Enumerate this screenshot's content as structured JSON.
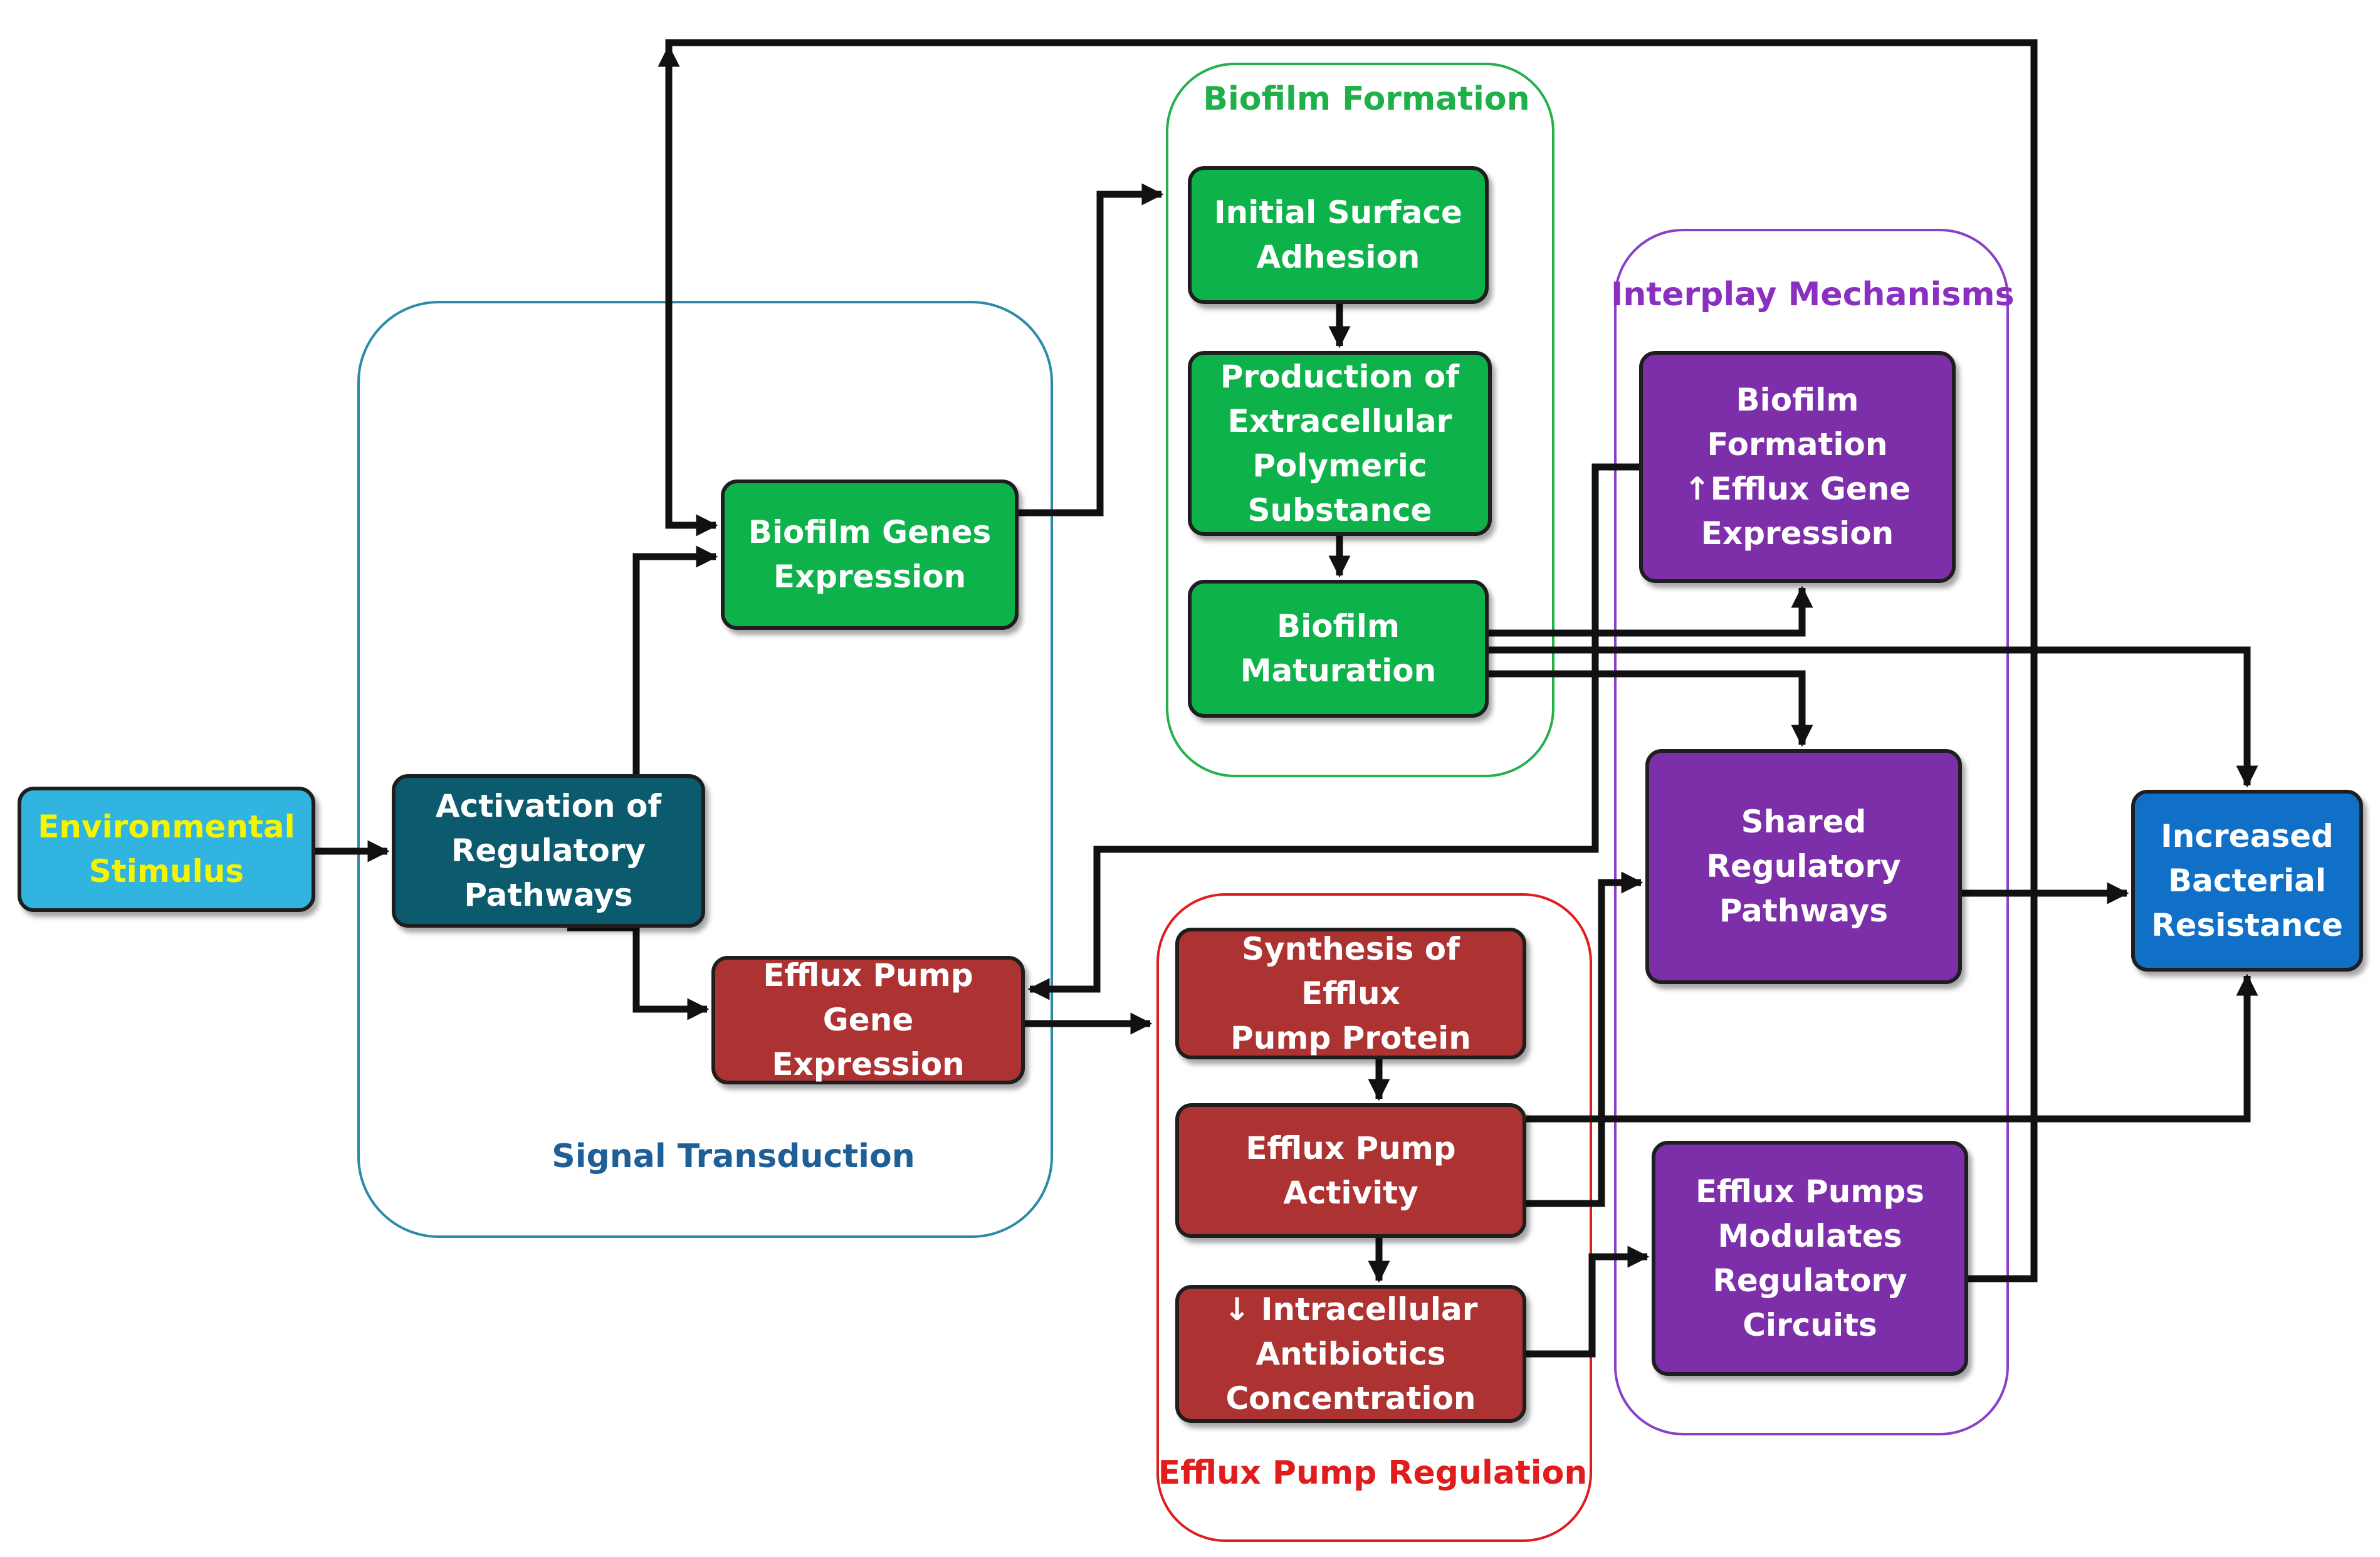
{
  "groups": {
    "signal": "Signal Transduction",
    "biofilm": "Biofilm Formation",
    "efflux": "Efflux Pump Regulation",
    "interplay": "Interplay Mechanisms"
  },
  "nodes": {
    "environmental_stimulus": "Environmental\nStimulus",
    "activation_regulatory": "Activation of\nRegulatory\nPathways",
    "biofilm_genes_expression": "Biofilm Genes\nExpression",
    "efflux_pump_gene_expression": "Efflux Pump\nGene Expression",
    "initial_surface_adhesion": "Initial Surface\nAdhesion",
    "production_eps": "Production of\nExtracellular\nPolymeric\nSubstance",
    "biofilm_maturation": "Biofilm\nMaturation",
    "synthesis_efflux_protein": "Synthesis of Efflux\nPump Protein",
    "efflux_pump_activity": "Efflux Pump\nActivity",
    "intracellular_antibiotics": "↓ Intracellular\nAntibiotics\nConcentration",
    "biofilm_formation_efflux": "Biofilm\nFormation\n↑Efflux Gene\nExpression",
    "shared_regulatory_pathways": "Shared\nRegulatory\nPathways",
    "efflux_modulates_circuits": "Efflux Pumps\nModulates\nRegulatory\nCircuits",
    "increased_resistance": "Increased\nBacterial\nResistance"
  },
  "colors": {
    "biofilm_green": "#0db34a",
    "efflux_red": "#ad3333",
    "interplay_purple": "#7c2fa8",
    "resistance_blue": "#1070c8",
    "activation_teal": "#0b5a6e",
    "stimulus_cyan": "#31b4e0",
    "stimulus_text_yellow": "#f5f500",
    "signal_border": "#2c8aa8",
    "biofilm_border": "#24b04a",
    "efflux_border": "#e01c1c",
    "interplay_border": "#8a3fc8"
  }
}
